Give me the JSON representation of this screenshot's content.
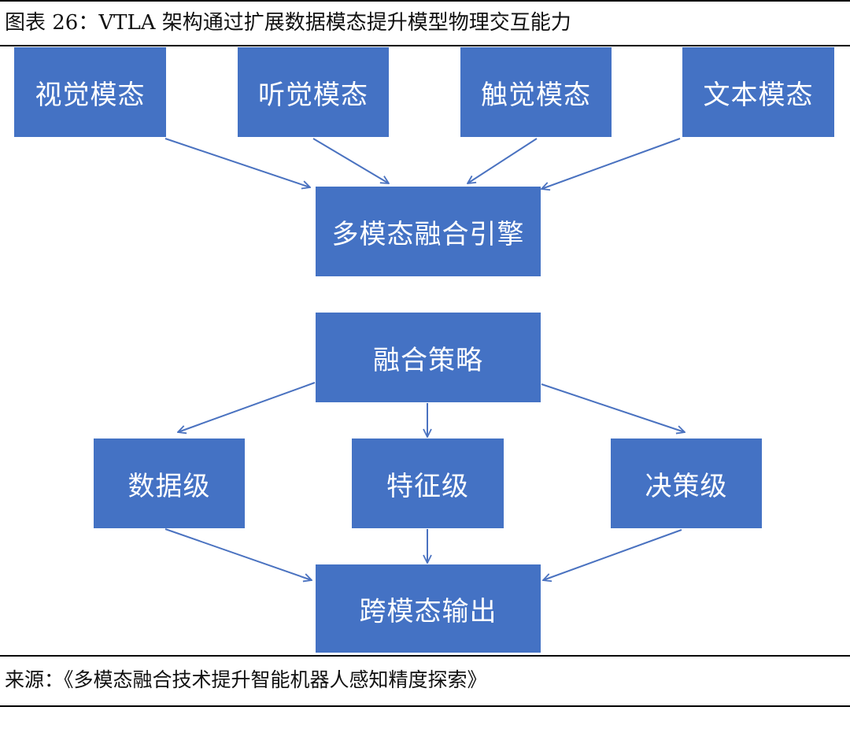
{
  "figure": {
    "title": "图表 26：VTLA 架构通过扩展数据模态提升模型物理交互能力",
    "source": "来源：《多模态融合技术提升智能机器人感知精度探索》"
  },
  "modalities": {
    "visual": "视觉模态",
    "auditory": "听觉模态",
    "tactile": "触觉模态",
    "text": "文本模态"
  },
  "engine": "多模态融合引擎",
  "strategy": "融合策略",
  "levels": {
    "data": "数据级",
    "feature": "特征级",
    "decision": "决策级"
  },
  "output": "跨模态输出",
  "colors": {
    "box": "#4472c4",
    "arrow": "#4a72c0",
    "box_text": "#ffffff"
  }
}
